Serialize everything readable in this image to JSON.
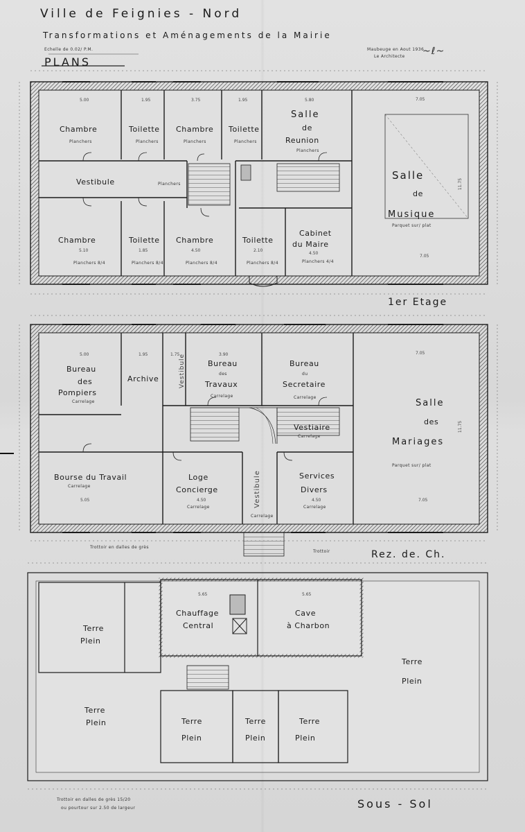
{
  "header": {
    "title": "Ville de Feignies - Nord",
    "subtitle": "Transformations et Aménagements de la Mairie",
    "scale": "Echelle de 0.02/ P.M.",
    "date": "Maubeuge en Aout 1936",
    "architect": "Le Architecte",
    "plans_label": "PLANS"
  },
  "first_floor": {
    "label": "1er Etage",
    "rooms": [
      {
        "key": "chambre1",
        "label": "Chambre",
        "note": "Planchers"
      },
      {
        "key": "toilette1",
        "label": "Toilette",
        "note": "Planchers"
      },
      {
        "key": "chambre2",
        "label": "Chambre",
        "note": "Planchers"
      },
      {
        "key": "toilette2",
        "label": "Toilette",
        "note": "Planchers"
      },
      {
        "key": "salle_reunion",
        "label": "Salle",
        "line2": "de",
        "line3": "Reunion",
        "note": "Planchers"
      },
      {
        "key": "vestibule",
        "label": "Vestibule",
        "note": "Planchers"
      },
      {
        "key": "salle_musique",
        "label": "Salle",
        "line2": "de",
        "line3": "Musique",
        "note": "Parquet sur/ plat"
      },
      {
        "key": "chambre3",
        "label": "Chambre",
        "dim": "5.10",
        "note": "Planchers 8/4"
      },
      {
        "key": "toilette3",
        "label": "Toilette",
        "dim": "1.85",
        "note": "Planchers 8/4"
      },
      {
        "key": "chambre4",
        "label": "Chambre",
        "dim": "4.50",
        "note": "Planchers 8/4"
      },
      {
        "key": "toilette4",
        "label": "Toilette",
        "dim": "2.10",
        "note": "Planchers 8/4"
      },
      {
        "key": "cabinet",
        "label": "Cabinet",
        "line2": "du Maire",
        "dim": "4.50",
        "note": "Planchers 4/4"
      }
    ],
    "dims_top": [
      "5.00",
      "1.95",
      "3.75",
      "1.95",
      "5.80",
      "7.05"
    ],
    "dim_musique_bottom": "7.05",
    "dim_side": "11.75"
  },
  "ground_floor": {
    "label": "Rez. de. Ch.",
    "rooms": [
      {
        "key": "pompier",
        "label": "Bureau",
        "line2": "des",
        "line3": "Pompiers",
        "note": "Carrelage"
      },
      {
        "key": "archive",
        "label": "Archive"
      },
      {
        "key": "vestibule_v",
        "label": "Vestibule"
      },
      {
        "key": "travaux",
        "label": "Bureau",
        "line2": "des",
        "line3": "Travaux",
        "note": "Carrelage"
      },
      {
        "key": "secretaire",
        "label": "Bureau",
        "line2": "du",
        "line3": "Secretaire",
        "note": "Carrelage"
      },
      {
        "key": "vestiaire",
        "label": "Vestiaire",
        "note": "Carrelage"
      },
      {
        "key": "mariages",
        "label": "Salle",
        "line2": "des",
        "line3": "Mariages",
        "note": "Parquet sur/ plat"
      },
      {
        "key": "bourse",
        "label": "Bourse du Travail",
        "dim": "5.05",
        "note": "Carrelage"
      },
      {
        "key": "loge",
        "label": "Loge",
        "line2": "Concierge",
        "dim": "4.50",
        "note": "Carrelage"
      },
      {
        "key": "vestibule_v2",
        "label": "Vestibule",
        "note": "Carrelage"
      },
      {
        "key": "services",
        "label": "Services",
        "line2": "Divers",
        "dim": "4.50",
        "note": "Carrelage"
      }
    ],
    "dims_top": [
      "5.00",
      "1.95",
      "1.75",
      "3.90",
      "7.05"
    ],
    "dim_mariages_bottom": "7.05",
    "dim_side": "11.75",
    "trottoir": "Trottoir en dalles de grès",
    "trottoir_right": "Trottoir"
  },
  "basement": {
    "label": "Sous - Sol",
    "rooms": [
      {
        "key": "tp1",
        "label": "Terre",
        "line2": "Plein"
      },
      {
        "key": "chauffage",
        "label": "Chauffage",
        "line2": "Central",
        "dim": "5.65"
      },
      {
        "key": "cave",
        "label": "Cave",
        "line2": "à Charbon",
        "dim": "5.65"
      },
      {
        "key": "tp2",
        "label": "Terre",
        "line2": "Plein"
      },
      {
        "key": "tp3",
        "label": "Terre",
        "line2": "Plein"
      },
      {
        "key": "tp4",
        "label": "Terre",
        "line2": "Plein"
      },
      {
        "key": "tp5",
        "label": "Terre",
        "line2": "Plein"
      },
      {
        "key": "tp6",
        "label": "Terre",
        "line2": "Plein"
      }
    ],
    "footnote1": "Trottoir en dalles de grès 15/20",
    "footnote2": "ou pourtour sur 2.50 de largeur"
  }
}
